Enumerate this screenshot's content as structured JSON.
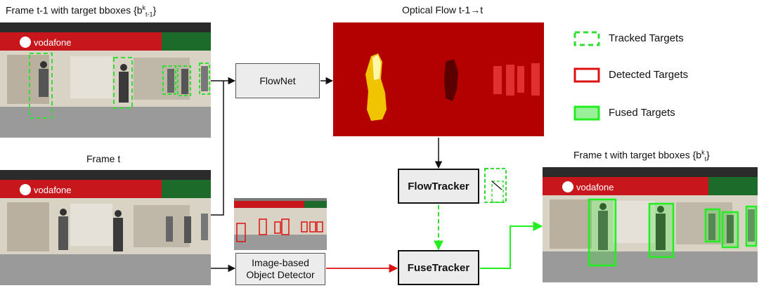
{
  "labels": {
    "frame_prev_title": "Frame t-1 with target bboxes {b",
    "frame_prev_sup": "k",
    "frame_prev_sub": "t-1",
    "frame_prev_close": "}",
    "frame_t_title": "Frame t",
    "optical_flow_title": "Optical Flow t-1→t",
    "frame_out_title": "Frame t with target bboxes {b",
    "frame_out_sup": "k",
    "frame_out_sub": "t",
    "frame_out_close": "}"
  },
  "blocks": {
    "flownet": "FlowNet",
    "flowtracker": "FlowTracker",
    "fusetracker": "FuseTracker",
    "detector_line1": "Image-based",
    "detector_line2": "Object Detector"
  },
  "legend": {
    "tracked": "Tracked Targets",
    "detected": "Detected Targets",
    "fused": "Fused Targets"
  },
  "store": {
    "brand": "vodafone"
  },
  "colors": {
    "tracked": "#33dd33",
    "detected": "#dd1111",
    "fused": "#22ee22",
    "flow_bg": "#b30000",
    "arrow": "#111111"
  }
}
